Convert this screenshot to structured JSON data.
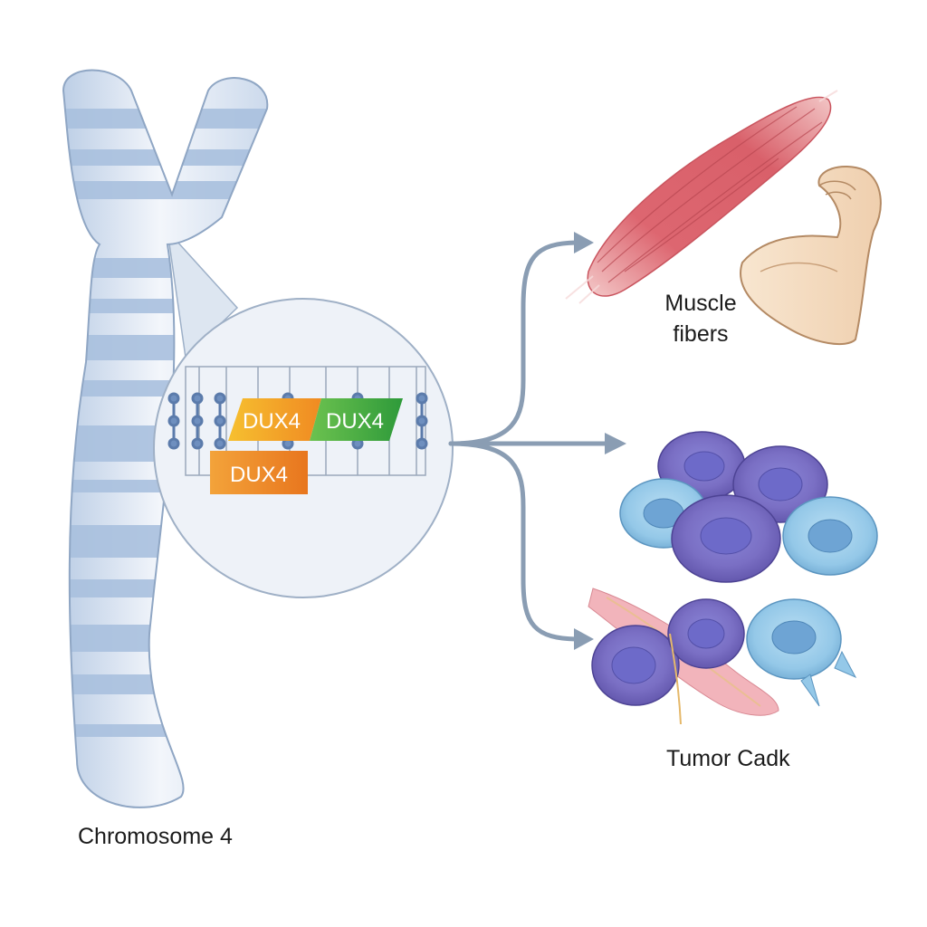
{
  "labels": {
    "chromosome": "Chromosome 4",
    "muscle_line1": "Muscle",
    "muscle_line2": "fibers",
    "tumor": "Tumor Cadk"
  },
  "genes": [
    {
      "label": "DUX4",
      "color_start": "#f6c030",
      "color_end": "#f08a22"
    },
    {
      "label": "DUX4",
      "color_start": "#5fbf4a",
      "color_end": "#2e9a3a"
    },
    {
      "label": "DUX4",
      "color_start": "#f0902a",
      "color_end": "#e8761e"
    }
  ],
  "colors": {
    "chromosome_light": "#e3ebf5",
    "chromosome_band": "#a9c0de",
    "arrow": "#8a9db3",
    "muscle_red": "#d9606a",
    "arm_skin": "#f4dcc0",
    "tumor_purple": "#7a6fc4",
    "tumor_blue": "#8fc4e6"
  },
  "icons": {
    "chromosome": "chromosome-icon",
    "muscle": "muscle-fiber-icon",
    "arm": "flexed-arm-icon",
    "tumor": "tumor-cells-icon"
  }
}
